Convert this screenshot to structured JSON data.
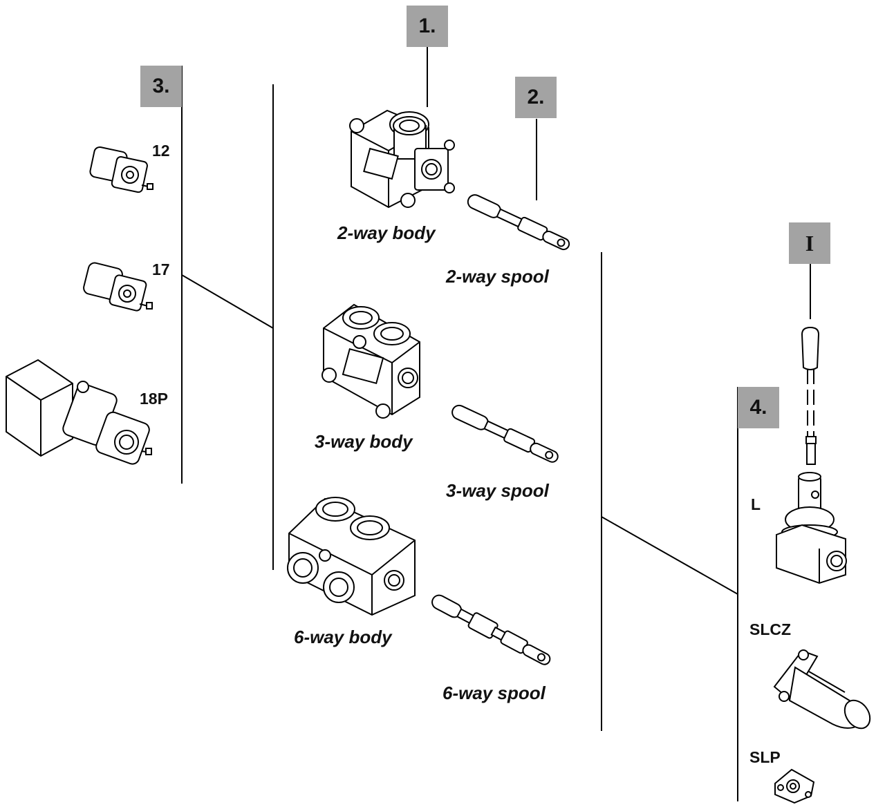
{
  "groups": {
    "g1": {
      "tag": "1."
    },
    "g2": {
      "tag": "2."
    },
    "g3": {
      "tag": "3."
    },
    "g4": {
      "tag": "4."
    },
    "gI": {
      "tag": "I"
    }
  },
  "bodies": [
    "2-way body",
    "3-way body",
    "6-way body"
  ],
  "spools": [
    "2-way spool",
    "3-way spool",
    "6-way spool"
  ],
  "group3_items": [
    "12",
    "17",
    "18P"
  ],
  "group4_items": [
    "L",
    "SLCZ",
    "SLP"
  ],
  "colors": {
    "tag_bg": "#a3a3a3",
    "line": "#000000"
  }
}
